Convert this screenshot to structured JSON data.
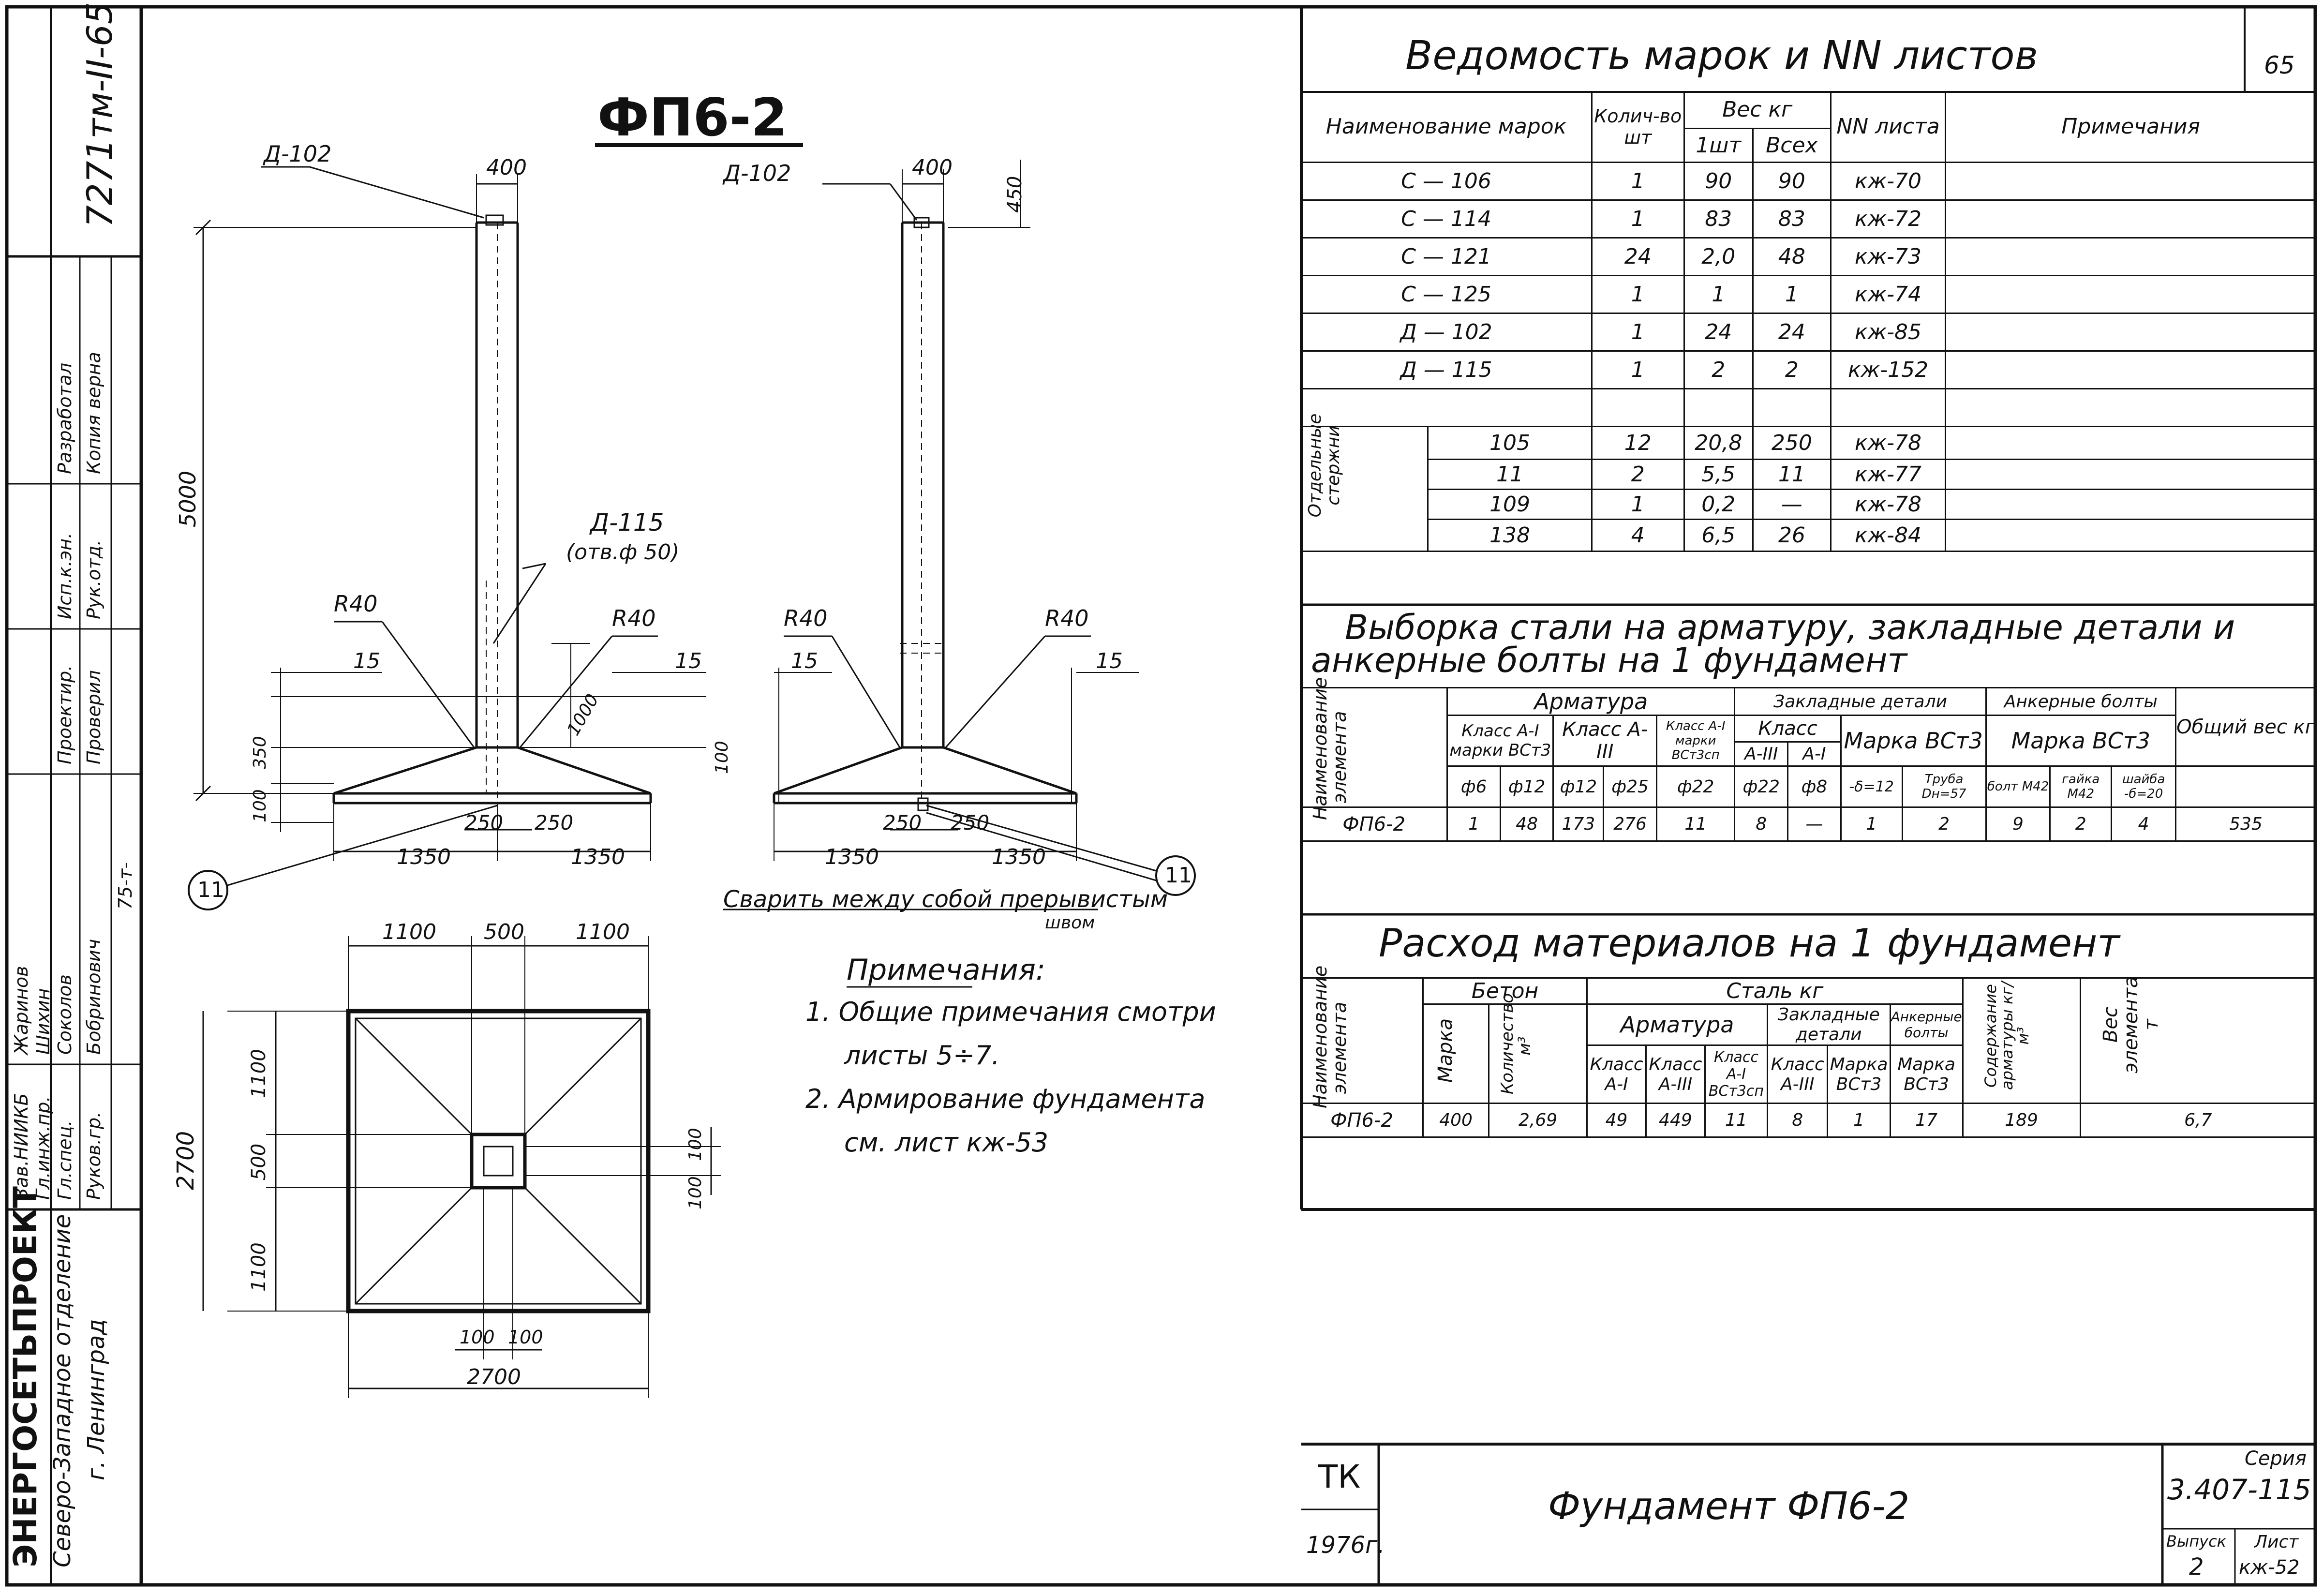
{
  "title_mark": "ФП6-2",
  "page_number": "65",
  "stamp": {
    "org_line1": "ЭНЕРГОСЕТЬПРОЕКТ",
    "org_line2": "Северо-Западное отделение",
    "org_line3": "г. Ленинград",
    "code": "7271тм-II-65",
    "roles": [
      "Зав.НИИКБ",
      "Гл.инж.пр.",
      "Гл.спец.",
      "Руков.гр."
    ],
    "names": [
      "Жаринов",
      "Шихин",
      "Соколов",
      "Бобринович"
    ],
    "stage_cells": [
      "Проектир.",
      "Проверил",
      "Исп.к.эн.",
      "Рук.отд.",
      "Разработал",
      "Копия верна"
    ],
    "date": "75-т-"
  },
  "drawing": {
    "labels": {
      "d102_left": "Д-102",
      "d102_right": "Д-102",
      "d115": "Д-115",
      "hole": "(отв.ф 50)",
      "r40_1": "R40",
      "r40_2": "R40",
      "r40_3": "R40",
      "r40_4": "R40",
      "callout": "11"
    },
    "dims": {
      "top_width": "400",
      "top_width_r": "400",
      "top_450": "450",
      "height": "5000",
      "d15a": "15",
      "d15b": "15",
      "d15c": "15",
      "d15d": "15",
      "d350": "350",
      "d100a": "100",
      "d100b": "100",
      "d100c": "100",
      "d1000": "1000",
      "d250a": "250",
      "d250b": "250",
      "d250c": "250",
      "d250d": "250",
      "d1350a": "1350",
      "d1350b": "1350",
      "d1350c": "1350",
      "d1350d": "1350",
      "plan_1100a": "1100",
      "plan_500a": "500",
      "plan_1100b": "1100",
      "plan_2700v": "2700",
      "plan_1100c": "1100",
      "plan_500b": "500",
      "plan_1100d": "1100",
      "plan_100a": "100",
      "plan_100b": "100",
      "plan_100c": "100",
      "plan_100d": "100",
      "plan_2700h": "2700"
    },
    "weld_note_1": "Сварить между собой прерывистым",
    "weld_note_2": "швом"
  },
  "notes": {
    "heading": "Примечания:",
    "line1": "1. Общие примечания смотри",
    "line2": "листы 5÷7.",
    "line3": "2. Армирование фундамента",
    "line4": "см. лист кж-53"
  },
  "vedomost": {
    "title": "Ведомость марок и NN листов",
    "headers": {
      "name": "Наименование марок",
      "count": "Колич-во шт",
      "weight": "Вес кг",
      "w1": "1шт",
      "wall": "Всех",
      "sheet": "NN листа",
      "note": "Примечания"
    },
    "rows": [
      [
        "С — 106",
        "1",
        "90",
        "90",
        "кж-70"
      ],
      [
        "С — 114",
        "1",
        "83",
        "83",
        "кж-72"
      ],
      [
        "С — 121",
        "24",
        "2,0",
        "48",
        "кж-73"
      ],
      [
        "С — 125",
        "1",
        "1",
        "1",
        "кж-74"
      ],
      [
        "Д — 102",
        "1",
        "24",
        "24",
        "кж-85"
      ],
      [
        "Д — 115",
        "1",
        "2",
        "2",
        "кж-152"
      ]
    ],
    "group_label": "Отдельные стержни",
    "sub_rows": [
      [
        "105",
        "12",
        "20,8",
        "250",
        "кж-78"
      ],
      [
        "11",
        "2",
        "5,5",
        "11",
        "кж-77"
      ],
      [
        "109",
        "1",
        "0,2",
        "—",
        "кж-78"
      ],
      [
        "138",
        "4",
        "6,5",
        "26",
        "кж-84"
      ]
    ]
  },
  "vyborka": {
    "title1": "Выборка стали на арматуру, закладные детали и",
    "title2": "анкерные болты на 1 фундамент",
    "h_name": "Наименование элемента",
    "h_arm": "Арматура",
    "h_zakl": "Закладные детали",
    "h_ank": "Анкерные болты",
    "h_total": "Общий вес кг",
    "h_classA1": "Класс А-I марки ВСт3",
    "h_classA3": "Класс А-III",
    "h_classA1b": "Класс А-I марки ВСт3сп",
    "h_klass": "Класс",
    "h_a3": "А-III",
    "h_a1": "А-I",
    "h_marka": "Марка ВСт3",
    "h_marka2": "Марка ВСт3",
    "diams": [
      "ф6",
      "ф12",
      "ф12",
      "ф25",
      "ф22",
      "ф22",
      "ф8",
      "-δ=12",
      "Труба Dн=57",
      "болт М42",
      "гайка М42",
      "шайба -б=20"
    ],
    "row": [
      "ФП6-2",
      "1",
      "48",
      "173",
      "276",
      "11",
      "8",
      "—",
      "1",
      "2",
      "9",
      "2",
      "4",
      "535"
    ]
  },
  "rashod": {
    "title": "Расход материалов на 1 фундамент",
    "h_name": "Наименование элемента",
    "h_beton": "Бетон",
    "h_marka": "Марка",
    "h_kol": "Количество м³",
    "h_stal": "Сталь кг",
    "h_arm": "Арматура",
    "h_zakl": "Закладные детали",
    "h_ank": "Анкерные болты",
    "h_sod": "Содержание арматуры кг/м³",
    "h_ves": "Вес элемента т",
    "h_k1": "Класс А-I",
    "h_k3": "Класс А-III",
    "h_k1b": "Класс А-I ВСт3сп",
    "h_z3": "Класс А-III",
    "h_zm": "Марка ВСт3",
    "h_am": "Марка ВСт3",
    "row": [
      "ФП6-2",
      "400",
      "2,69",
      "49",
      "449",
      "11",
      "8",
      "1",
      "17",
      "189",
      "6,7"
    ]
  },
  "title_block": {
    "tk": "ТК",
    "year": "1976г.",
    "name": "Фундамент ФП6-2",
    "series_label": "Серия",
    "series": "3.407-115",
    "issue_label": "Выпуск",
    "issue": "2",
    "sheet_label": "Лист",
    "sheet": "кж-52"
  }
}
